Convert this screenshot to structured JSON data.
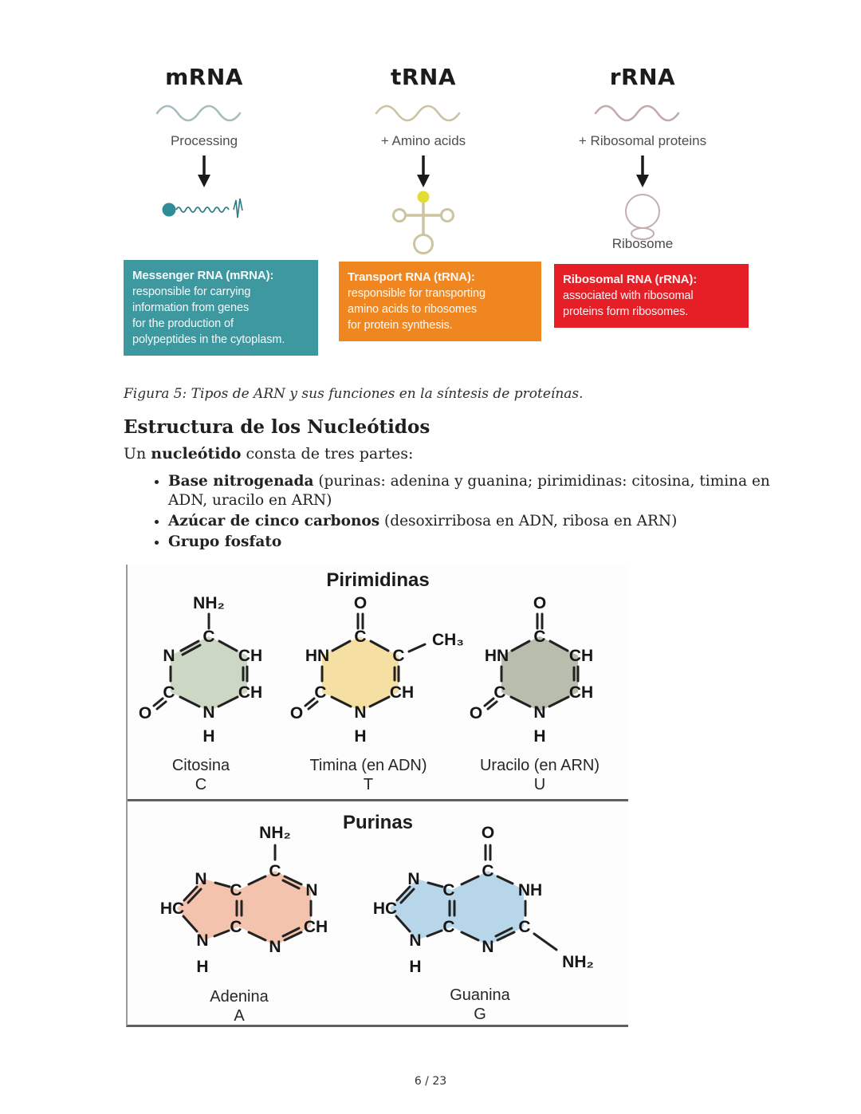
{
  "rna_figure": {
    "icons": {
      "mrna_dot": "#2e8d96",
      "mrna_squiggle": "#2c7d84",
      "trna_outline": "#cdc4a0",
      "trna_dot": "#e2dd33",
      "rrna_outline": "#c4adad"
    },
    "columns": [
      {
        "title": "mRNA",
        "step": "Processing",
        "wave_color": "#a7bdbd",
        "box": {
          "bg": "#3e98a0",
          "title": "Messenger RNA (mRNA):",
          "lines": [
            "responsible for carrying",
            "information from genes",
            "for the production of",
            "polypeptides in the cytoplasm."
          ]
        }
      },
      {
        "title": "tRNA",
        "step": "+ Amino acids",
        "wave_color": "#cbc3a1",
        "box": {
          "bg": "#f0861f",
          "title": "Transport RNA (tRNA):",
          "lines": [
            "responsible for transporting",
            "amino acids to ribosomes",
            "for protein synthesis."
          ]
        }
      },
      {
        "title": "rRNA",
        "step": "+ Ribosomal proteins",
        "wave_color": "#c3abab",
        "icon_caption": "Ribosome",
        "box": {
          "bg": "#e61e25",
          "title": "Ribosomal RNA (rRNA):",
          "lines": [
            "associated with ribosomal",
            "proteins form ribosomes."
          ]
        }
      }
    ]
  },
  "figure_caption": "Figura 5: Tipos de ARN y sus funciones en la síntesis de proteínas.",
  "section": {
    "heading": "Estructura de los Nucleótidos",
    "intro": {
      "prefix": "Un ",
      "bold": "nucleótido",
      "suffix": " consta de tres partes:"
    },
    "bullets": [
      {
        "bold": "Base nitrogenada",
        "rest": " (purinas: adenina y guanina; pirimidinas: citosina, timina en ADN, uracilo en ARN)"
      },
      {
        "bold": "Azúcar de cinco carbonos",
        "rest": " (desoxirribosa en ADN, ribosa en ARN)"
      },
      {
        "bold": "Grupo fosfato",
        "rest": ""
      }
    ]
  },
  "nucleotide_figure": {
    "pyrimidines_title": "Pirimidinas",
    "purines_title": "Purinas",
    "molecules": {
      "citosina": {
        "name": "Citosina",
        "letter": "C",
        "fill": "#ccd8c3",
        "atoms": {
          "amine": "NH₂",
          "top": "C",
          "upper_left": "N",
          "upper_right": "CH",
          "lower_left": "C",
          "lower_right": "CH",
          "bottom": "N",
          "hydrogen": "H",
          "oxygen": "O"
        }
      },
      "timina": {
        "name": "Timina (en ADN)",
        "letter": "T",
        "fill": "#f6dfa2",
        "atoms": {
          "oxygen_top": "O",
          "top": "C",
          "methyl": "CH₃",
          "upper_left": "HN",
          "upper_right": "C",
          "lower_left": "C",
          "lower_right": "CH",
          "bottom": "N",
          "hydrogen": "H",
          "oxygen_left": "O"
        }
      },
      "uracilo": {
        "name": "Uracilo (en ARN)",
        "letter": "U",
        "fill": "#b9bdae",
        "atoms": {
          "oxygen_top": "O",
          "top": "C",
          "upper_left": "HN",
          "upper_right": "CH",
          "lower_left": "C",
          "lower_right": "CH",
          "bottom": "N",
          "hydrogen": "H",
          "oxygen_left": "O"
        }
      },
      "adenina": {
        "name": "Adenina",
        "letter": "A",
        "fill": "#f3c3ad",
        "atoms": {
          "amine": "NH₂",
          "c6": "C",
          "n1": "N",
          "c2": "CH",
          "n3": "N",
          "c4": "C",
          "c5": "C",
          "n7": "N",
          "c8": "HC",
          "n9": "N",
          "h9": "H"
        }
      },
      "guanina": {
        "name": "Guanina",
        "letter": "G",
        "fill": "#b7d6e9",
        "atoms": {
          "oxygen": "O",
          "c6": "C",
          "n1": "NH",
          "c2": "C",
          "amine": "NH₂",
          "n3": "N",
          "c4": "C",
          "c5": "C",
          "n7": "N",
          "c8": "HC",
          "n9": "N",
          "h9": "H"
        }
      }
    }
  },
  "footer": {
    "page": "6 / 23"
  }
}
